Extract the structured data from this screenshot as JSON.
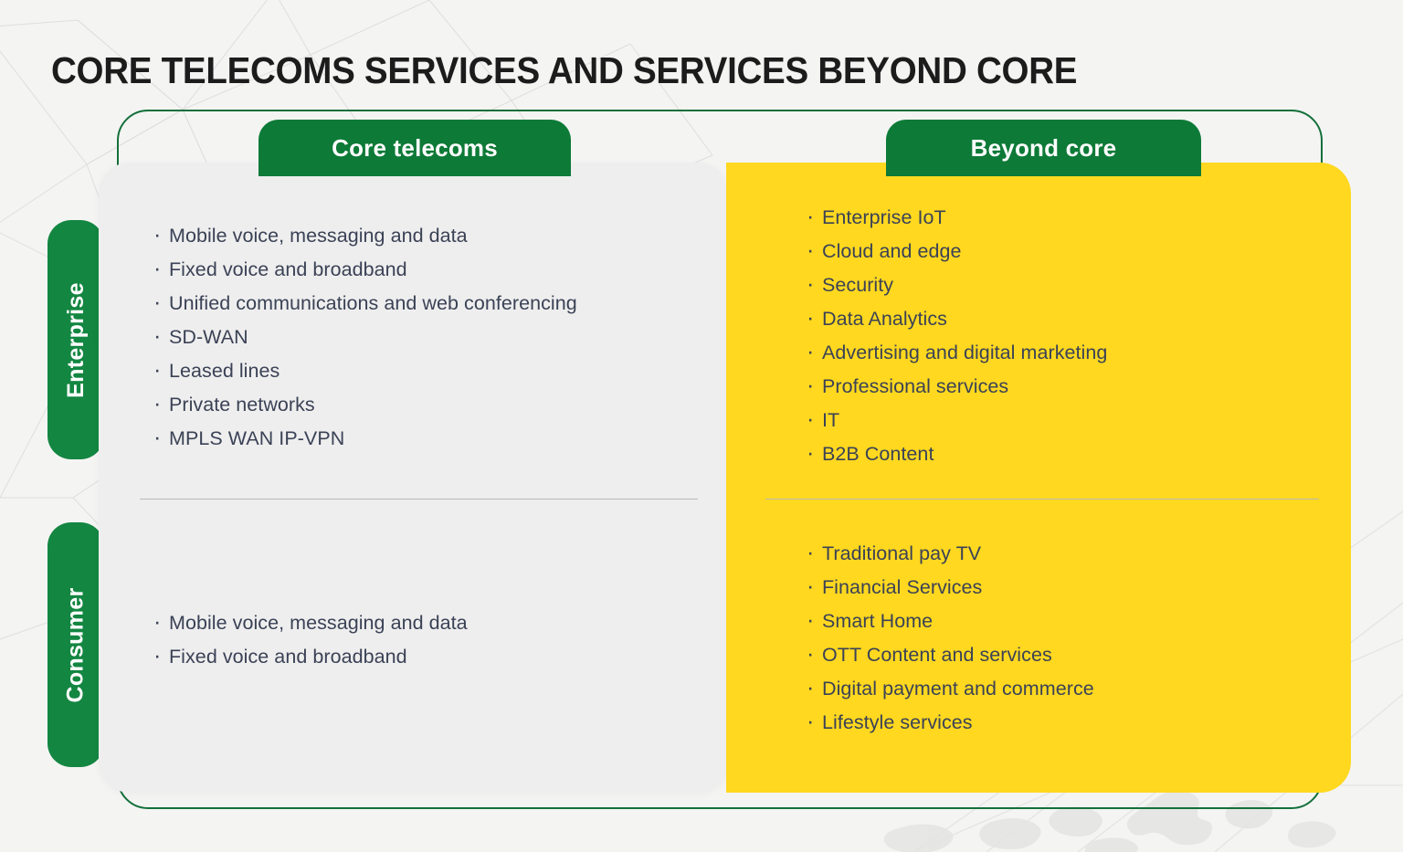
{
  "page": {
    "title": "CORE TELECOMS SERVICES AND SERVICES BEYOND CORE"
  },
  "colors": {
    "green_tab": "#0d7a37",
    "green_side": "#138641",
    "green_frame": "#13703a",
    "yellow_panel": "#ffd81f",
    "gray_panel": "#eeeeee",
    "background": "#f4f4f3",
    "text_dark": "#3b4256",
    "title_dark": "#1c1c1c",
    "divider": "#b9b9b9"
  },
  "row_labels": {
    "enterprise": "Enterprise",
    "consumer": "Consumer"
  },
  "columns": [
    {
      "id": "core",
      "header": "Core telecoms",
      "enterprise": [
        "Mobile voice, messaging and data",
        "Fixed voice and broadband",
        "Unified communications and web conferencing",
        "SD-WAN",
        "Leased lines",
        "Private networks",
        "MPLS WAN IP-VPN"
      ],
      "consumer": [
        "Mobile voice, messaging and data",
        "Fixed voice and broadband"
      ]
    },
    {
      "id": "beyond",
      "header": "Beyond core",
      "enterprise": [
        "Enterprise IoT",
        "Cloud and edge",
        "Security",
        "Data Analytics",
        "Advertising and digital marketing",
        "Professional services",
        "IT",
        "B2B Content"
      ],
      "consumer": [
        "Traditional pay TV",
        "Financial Services",
        "Smart Home",
        "OTT Content and services",
        "Digital payment and commerce",
        "Lifestyle services"
      ]
    }
  ]
}
